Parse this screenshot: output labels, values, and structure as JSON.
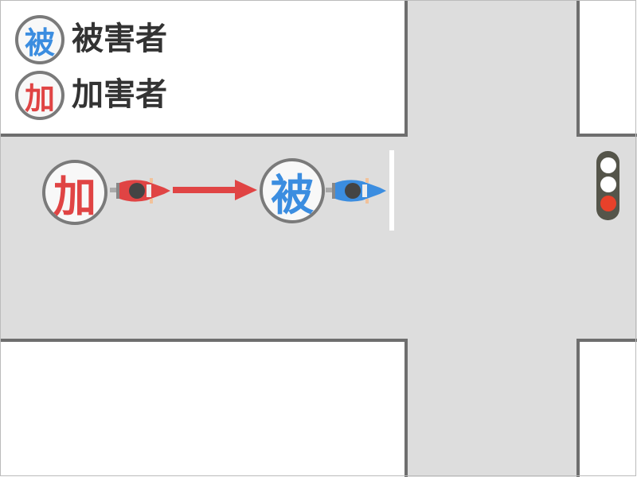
{
  "legend": [
    {
      "symbol": "被",
      "label": "被害者",
      "color": "#3b8de0"
    },
    {
      "symbol": "加",
      "label": "加害者",
      "color": "#e04444"
    }
  ],
  "vehicles": {
    "offender": {
      "symbol": "加",
      "color": "#e04444"
    },
    "victim": {
      "symbol": "被",
      "color": "#3b8de0"
    }
  },
  "traffic_light": {
    "lamps": [
      "#ffffff",
      "#ffffff",
      "#e8412a"
    ],
    "state": "red"
  }
}
